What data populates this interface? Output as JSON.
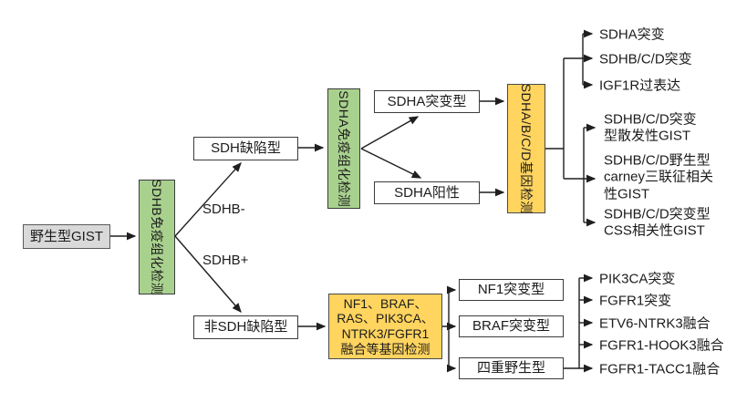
{
  "colors": {
    "green": "#a9d18e",
    "yellow": "#ffd45f",
    "gray": "#d9d9d9",
    "line": "#1f1f1f"
  },
  "nodes": {
    "root": "野生型GIST",
    "sdhb_ihc": "SDHB免疫组化检测",
    "sdh_deficient": "SDH缺陷型",
    "non_sdh_deficient": "非SDH缺陷型",
    "sdha_ihc": "SDHA免疫组化检测",
    "sdha_mutant": "SDHA突变型",
    "sdha_positive": "SDHA阳性",
    "sdhabcd_gene_test": "SDHA/B/C/D基因检测",
    "gene_panel_test": "NF1、BRAF、\nRAS、PIK3CA、\nNTRK3/FGFR1\n融合等基因检测",
    "nf1_mutant": "NF1突变型",
    "braf_mutant": "BRAF突变型",
    "quadruple_wild": "四重野生型"
  },
  "edge_labels": {
    "sdhb_negative": "SDHB-",
    "sdhb_positive": "SDHB+"
  },
  "leaves": {
    "sdh_gene_results": [
      "SDHA突变",
      "SDHB/C/D突变",
      "IGF1R过表达"
    ],
    "sdh_gist_subtypes": [
      "SDHB/C/D突变\n型散发性GIST",
      "SDHB/C/D野生型\ncarney三联征相关\n性GIST",
      "SDHB/C/D突变型\nCSS相关性GIST"
    ],
    "non_sdh_results": [
      "PIK3CA突变",
      "FGFR1突变",
      "ETV6-NTRK3融合",
      "FGFR1-HOOK3融合",
      "FGFR1-TACC1融合"
    ]
  }
}
